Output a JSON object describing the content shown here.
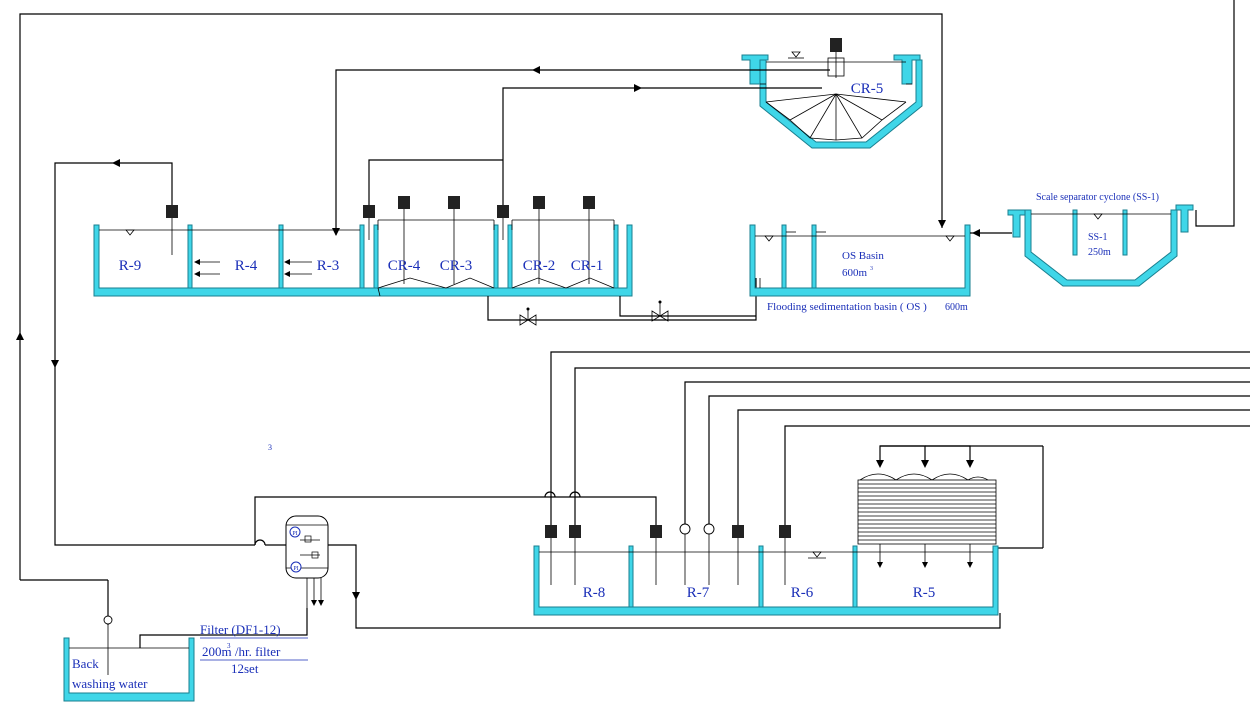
{
  "labels": {
    "r9": "R-9",
    "r4": "R-4",
    "r3": "R-3",
    "cr4": "CR-4",
    "cr3": "CR-3",
    "cr2": "CR-2",
    "cr1": "CR-1",
    "cr5": "CR-5",
    "os_basin": "OS Basin",
    "os_volume": "600m",
    "os_caption": "Flooding sedimentation basin ( OS )",
    "os_caption_volume": "600m",
    "ss_title": "Scale separator cyclone (SS-1)",
    "ss_name": "SS-1",
    "ss_volume": "250m",
    "r8": "R-8",
    "r7": "R-7",
    "r6": "R-6",
    "r5": "R-5",
    "back_line1": "Back",
    "back_line2": "washing water",
    "filter_title": "Filter (DF1-12)",
    "filter_rate": "200m /hr. filter",
    "filter_sets": "12set",
    "stray_mark": "3",
    "pi_top": "PI",
    "pi_bottom": "PI",
    "superscript_3": "3"
  },
  "colors": {
    "water": "#3fd6e8",
    "text": "#1a2fb8",
    "line": "#000000"
  }
}
